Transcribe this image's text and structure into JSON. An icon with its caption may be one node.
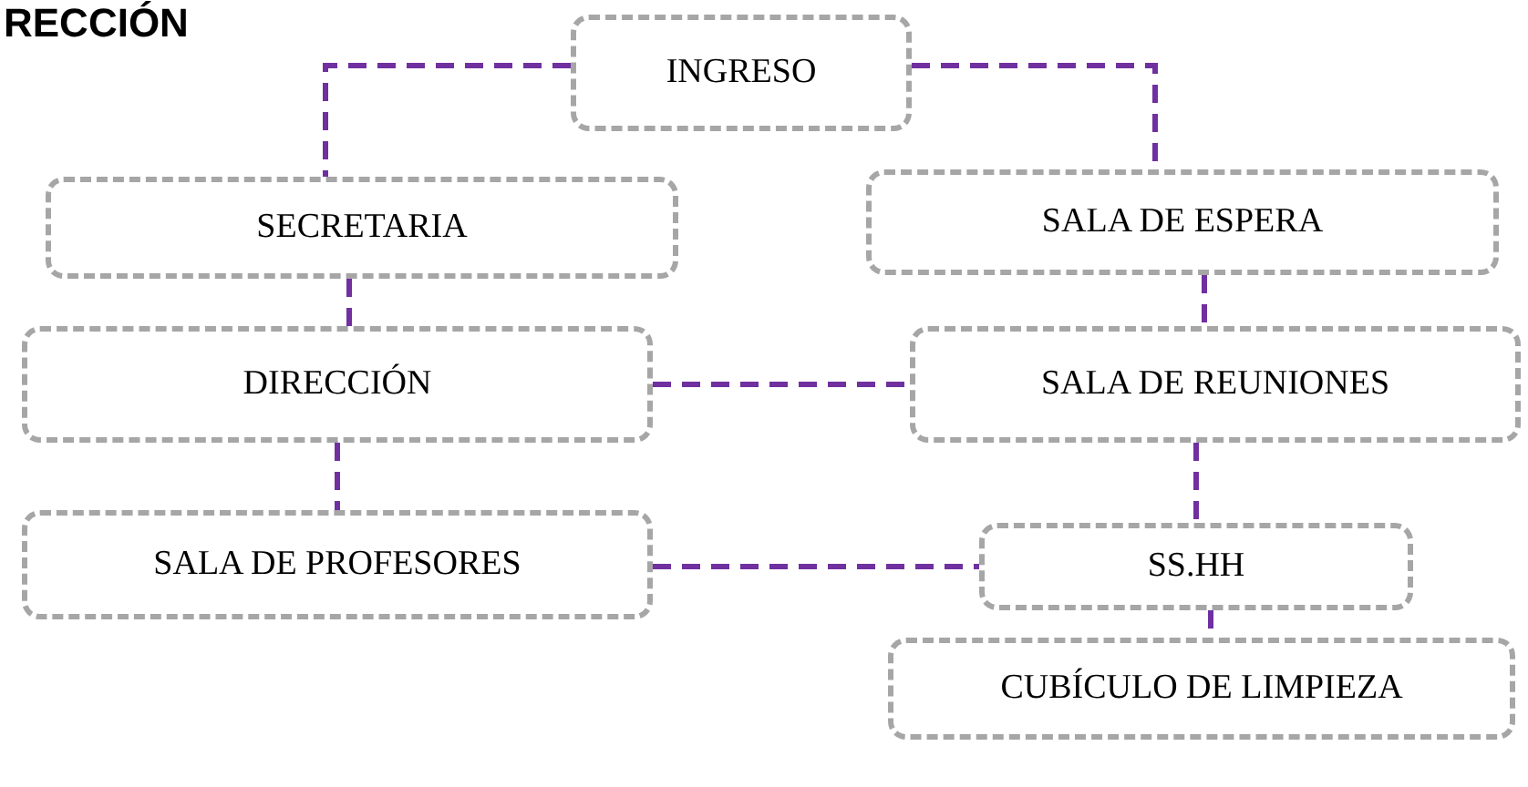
{
  "diagram": {
    "title": "RECCIÓN",
    "nodes": [
      {
        "text": [
          "INGRESO"
        ]
      },
      {
        "text": [
          "SECRETARIA"
        ]
      },
      {
        "text": [
          "SALA DE ESPERA"
        ]
      },
      {
        "text": [
          "DIRECCIÓN"
        ]
      },
      {
        "text": [
          "SALA DE REUNIONES"
        ]
      },
      {
        "text": [
          "SALA DE PROFESORES"
        ]
      },
      {
        "text": [
          "SS.HH"
        ]
      },
      {
        "text": [
          "CUBÍCULO DE LIMPIEZA"
        ]
      }
    ],
    "edges": [
      {
        "from": 0,
        "to": 1,
        "arrow": "none"
      },
      {
        "from": 0,
        "to": 2,
        "arrow": "none"
      },
      {
        "from": 1,
        "to": 3,
        "arrow": "none"
      },
      {
        "from": 2,
        "to": 4,
        "arrow": "none"
      },
      {
        "from": 3,
        "to": 4,
        "arrow": "none"
      },
      {
        "from": 3,
        "to": 5,
        "arrow": "none"
      },
      {
        "from": 4,
        "to": 6,
        "arrow": "none"
      },
      {
        "from": 5,
        "to": 6,
        "arrow": "none"
      },
      {
        "from": 6,
        "to": 7,
        "arrow": "none"
      }
    ]
  }
}
